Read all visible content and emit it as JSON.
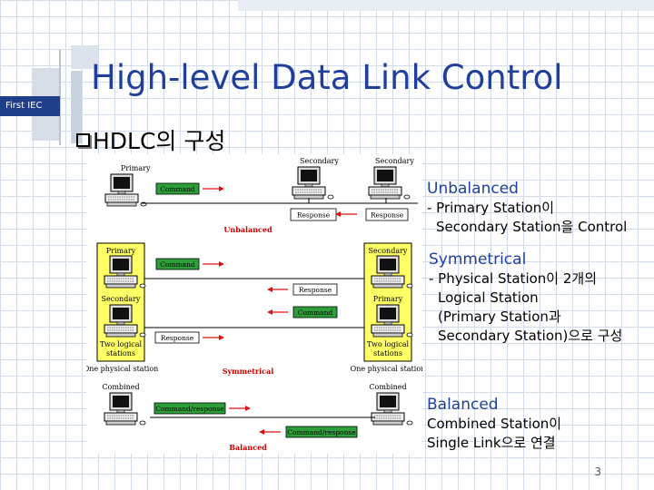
{
  "slide": {
    "tag": "First  IEC",
    "title": "High-level Data Link Control",
    "subtitle": "HDLC의 구성",
    "page_number": "3"
  },
  "diagram": {
    "unbalanced": {
      "primary": "Primary",
      "secondary_1": "Secondary",
      "secondary_2": "Secondary",
      "command": "Command",
      "response_1": "Response",
      "response_2": "Response",
      "caption": "Unbalanced"
    },
    "symmetrical": {
      "left_primary": "Primary",
      "left_secondary": "Secondary",
      "left_two_logical_1": "Two logical",
      "left_two_logical_2": "stations",
      "right_secondary": "Secondary",
      "right_primary": "Primary",
      "right_two_logical_1": "Two logical",
      "right_two_logical_2": "stations",
      "command_1": "Command",
      "response_1": "Response",
      "command_2": "Command",
      "response_2": "Response",
      "one_physical_left": "One physical station",
      "one_physical_right": "One physical station",
      "caption": "Symmetrical"
    },
    "balanced": {
      "combined_left": "Combined",
      "combined_right": "Combined",
      "command_response_1": "Command/response",
      "command_response_2": "Command/response",
      "caption": "Balanced"
    }
  },
  "descriptions": {
    "unbalanced": {
      "head": "Unbalanced",
      "line1": "- Primary Station이",
      "line2": "Secondary Station을 Control"
    },
    "symmetrical": {
      "head": "Symmetrical",
      "line1": "- Physical Station이 2개의",
      "line2": "Logical Station",
      "line3": "(Primary Station과",
      "line4": "Secondary Station)으로 구성"
    },
    "balanced": {
      "head": "Balanced",
      "line1": "Combined Station이",
      "line2": "Single Link으로 연결"
    }
  },
  "colors": {
    "title": "#1f3f9a",
    "tag_bar": "#1f3f8a",
    "label_green": "#2e9e3a",
    "station_yellow": "#ffff66",
    "caption_red": "#cc0000",
    "arrow_red": "#e01010"
  }
}
